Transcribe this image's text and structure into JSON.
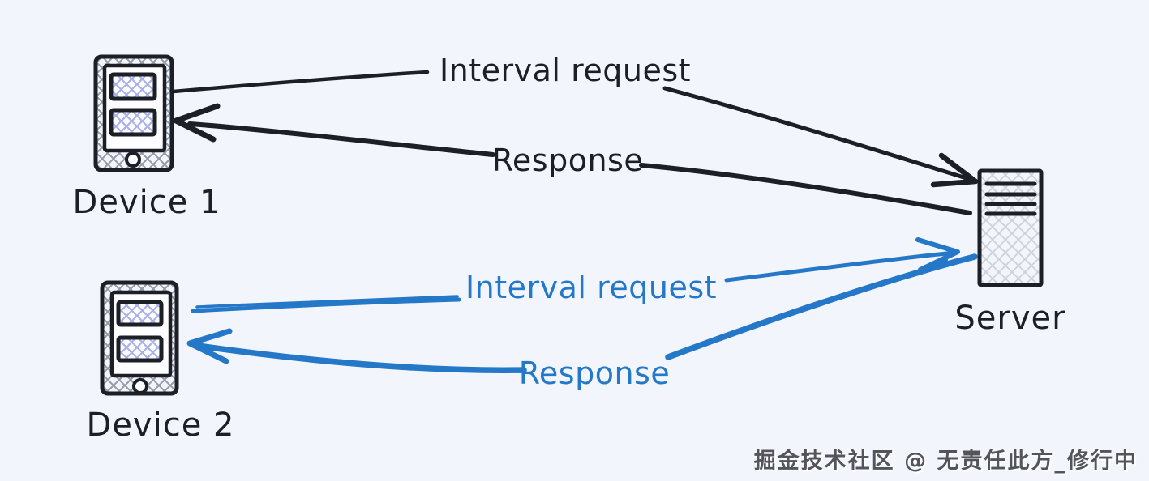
{
  "canvas": {
    "background": "#f2f6fc"
  },
  "colors": {
    "ink": "#1d1f26",
    "blue": "#2577c8",
    "phone_hatch": "#949aa6",
    "screen_hatch": "#a9b2e8",
    "server_hatch": "#cdd1d9",
    "screen_fill": "#fdfdff",
    "watermark": "#54555c"
  },
  "nodes": {
    "device1": {
      "label": "Device 1"
    },
    "device2": {
      "label": "Device 2"
    },
    "server": {
      "label": "Server"
    }
  },
  "flows": {
    "device1_request": {
      "label": "Interval request",
      "from": "device1",
      "to": "server"
    },
    "device1_response": {
      "label": "Response",
      "from": "server",
      "to": "device1"
    },
    "device2_request": {
      "label": "Interval request",
      "from": "device2",
      "to": "server"
    },
    "device2_response": {
      "label": "Response",
      "from": "server",
      "to": "device2"
    }
  },
  "watermark": {
    "text": "掘金技术社区 @ 无责任此方_修行中"
  }
}
